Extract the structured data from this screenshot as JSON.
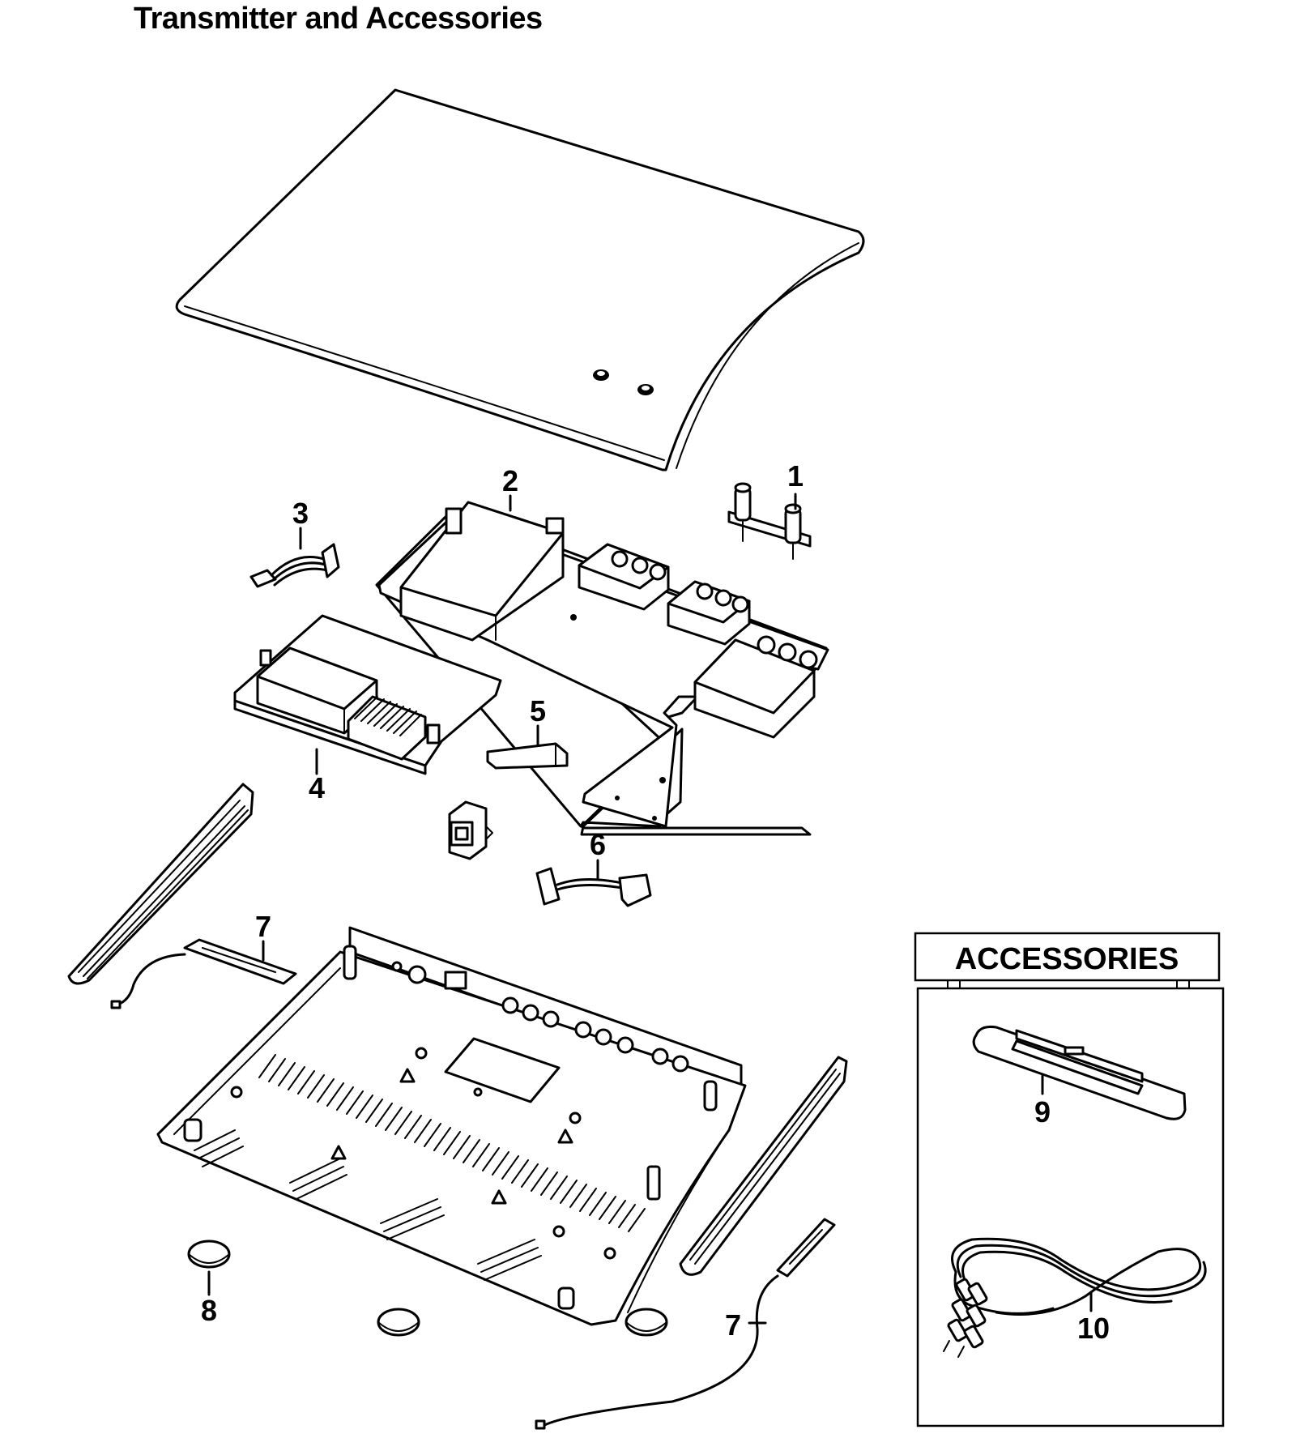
{
  "title": "Transmitter and Accessories",
  "callouts": {
    "c1": "1",
    "c2": "2",
    "c3": "3",
    "c4": "4",
    "c5": "5",
    "c6": "6",
    "c7a": "7",
    "c7b": "7",
    "c8": "8",
    "c9": "9",
    "c10": "10"
  },
  "accessories": {
    "label": "ACCESSORIES"
  }
}
